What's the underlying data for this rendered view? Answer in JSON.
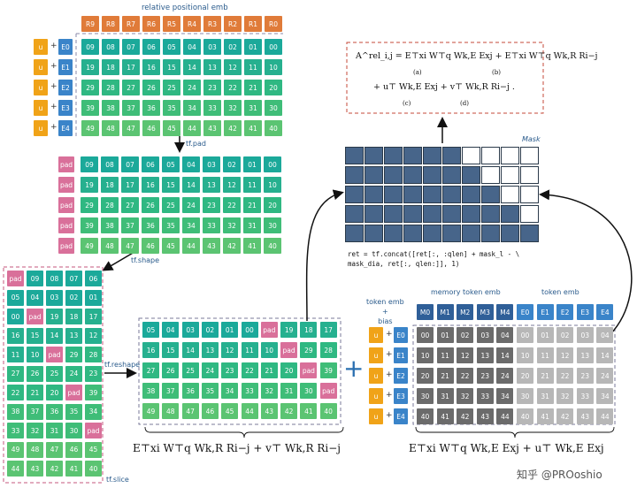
{
  "labels": {
    "rel_emb": "relative positional emb",
    "tf_pad": "tf.pad",
    "tf_shape": "tf.shape",
    "tf_reshape": "tf.reshape",
    "tf_slice": "tf.slice",
    "mask": "Mask",
    "token_emb_bias": "token emb\n+\nbias",
    "memory_token_emb": "memory token emb",
    "token_emb": "token emb",
    "watermark": "知乎 @PROoshio",
    "pad": "pad",
    "u": "u",
    "plus": "+"
  },
  "r_headers": [
    "R9",
    "R8",
    "R7",
    "R6",
    "R5",
    "R4",
    "R3",
    "R2",
    "R1",
    "R0"
  ],
  "e_labels": [
    "E0",
    "E1",
    "E2",
    "E3",
    "E4"
  ],
  "m_headers": [
    "M0",
    "M1",
    "M2",
    "M3",
    "M4"
  ],
  "rel_grid": [
    [
      "09",
      "08",
      "07",
      "06",
      "05",
      "04",
      "03",
      "02",
      "01",
      "00"
    ],
    [
      "19",
      "18",
      "17",
      "16",
      "15",
      "14",
      "13",
      "12",
      "11",
      "10"
    ],
    [
      "29",
      "28",
      "27",
      "26",
      "25",
      "24",
      "23",
      "22",
      "21",
      "20"
    ],
    [
      "39",
      "38",
      "37",
      "36",
      "35",
      "34",
      "33",
      "32",
      "31",
      "30"
    ],
    [
      "49",
      "48",
      "47",
      "46",
      "45",
      "44",
      "43",
      "42",
      "41",
      "40"
    ]
  ],
  "shape_grid": [
    [
      "pad",
      "09",
      "08",
      "07",
      "06"
    ],
    [
      "05",
      "04",
      "03",
      "02",
      "01"
    ],
    [
      "00",
      "pad",
      "19",
      "18",
      "17"
    ],
    [
      "16",
      "15",
      "14",
      "13",
      "12"
    ],
    [
      "11",
      "10",
      "pad",
      "29",
      "28"
    ],
    [
      "27",
      "26",
      "25",
      "24",
      "23"
    ],
    [
      "22",
      "21",
      "20",
      "pad",
      "39"
    ],
    [
      "38",
      "37",
      "36",
      "35",
      "34"
    ],
    [
      "33",
      "32",
      "31",
      "30",
      "pad"
    ],
    [
      "49",
      "48",
      "47",
      "46",
      "45"
    ],
    [
      "44",
      "43",
      "42",
      "41",
      "40"
    ]
  ],
  "reshape_grid": [
    [
      "05",
      "04",
      "03",
      "02",
      "01",
      "00",
      "pad",
      "19",
      "18",
      "17"
    ],
    [
      "16",
      "15",
      "14",
      "13",
      "12",
      "11",
      "10",
      "pad",
      "29",
      "28"
    ],
    [
      "27",
      "26",
      "25",
      "24",
      "23",
      "22",
      "21",
      "20",
      "pad",
      "39"
    ],
    [
      "38",
      "37",
      "36",
      "35",
      "34",
      "33",
      "32",
      "31",
      "30",
      "pad"
    ],
    [
      "49",
      "48",
      "47",
      "46",
      "45",
      "44",
      "43",
      "42",
      "41",
      "40"
    ]
  ],
  "mem_grid": [
    [
      "00",
      "01",
      "02",
      "03",
      "04",
      "00",
      "01",
      "02",
      "03",
      "04"
    ],
    [
      "10",
      "11",
      "12",
      "13",
      "14",
      "10",
      "11",
      "12",
      "13",
      "14"
    ],
    [
      "20",
      "21",
      "22",
      "23",
      "24",
      "20",
      "21",
      "22",
      "23",
      "24"
    ],
    [
      "30",
      "31",
      "32",
      "33",
      "34",
      "30",
      "31",
      "32",
      "33",
      "34"
    ],
    [
      "40",
      "41",
      "42",
      "43",
      "44",
      "40",
      "41",
      "42",
      "43",
      "44"
    ]
  ],
  "mask_grid": [
    [
      1,
      1,
      1,
      1,
      1,
      1,
      0,
      0,
      0,
      0
    ],
    [
      1,
      1,
      1,
      1,
      1,
      1,
      1,
      0,
      0,
      0
    ],
    [
      1,
      1,
      1,
      1,
      1,
      1,
      1,
      1,
      0,
      0
    ],
    [
      1,
      1,
      1,
      1,
      1,
      1,
      1,
      1,
      1,
      0
    ],
    [
      1,
      1,
      1,
      1,
      1,
      1,
      1,
      1,
      1,
      1
    ]
  ],
  "code": "ret = tf.concat([ret[:, :qlen] + mask_l - \\\nmask_dia, ret[:, qlen:]], 1)",
  "formulas": {
    "top_line1": "A^rel_i,j = E⊤xi W⊤q Wk,E Exj + E⊤xi W⊤q Wk,R Ri−j",
    "top_line2": "+ u⊤ Wk,E Exj + v⊤ Wk,R Ri−j .",
    "brace_a": "(a)",
    "brace_b": "(b)",
    "brace_c": "(c)",
    "brace_d": "(d)",
    "bottom_left": "E⊤xi W⊤q Wk,R Ri−j + v⊤ Wk,R Ri−j",
    "bottom_right": "E⊤xi W⊤q Wk,E Exj + u⊤ Wk,E Exj"
  },
  "colors": {
    "teal": "#1ba99a",
    "pad": "#d9709a",
    "orange": "#e07b39",
    "yellow": "#f0a318",
    "blue": "#3a84c9",
    "navy": "#2f5f98",
    "red_formula": "#c0392b",
    "cyan_formula": "#2e9fd1"
  }
}
